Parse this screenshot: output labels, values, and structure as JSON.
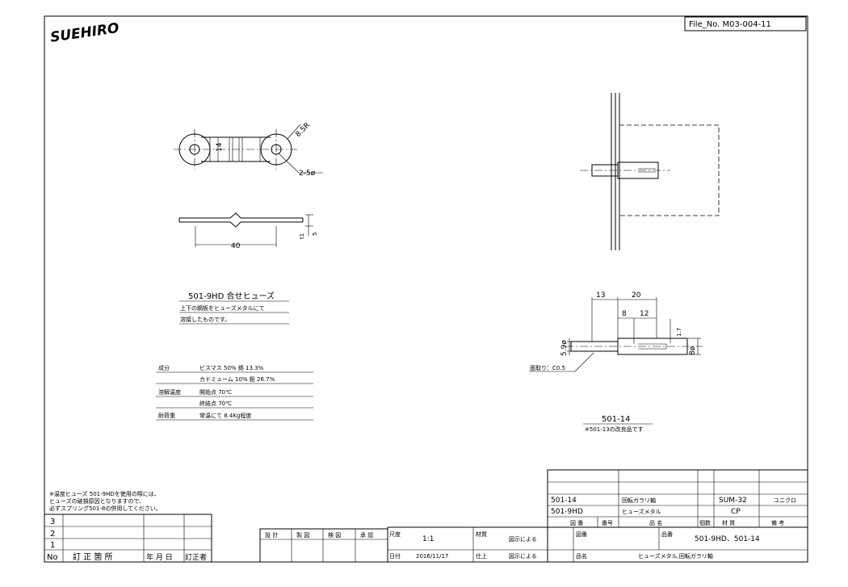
{
  "logo": {
    "text": "SUEHIRO"
  },
  "file_no": "File_No.  M03-004-11",
  "part_a": {
    "dims": {
      "r": "8.5R",
      "holes": "2-5ø",
      "width": "14",
      "length": "40",
      "t1": "t1",
      "h5": "5"
    },
    "title": "501-9HD  合せヒューズ",
    "desc": [
      "上下の鋼板をヒューズメタルにて",
      "溶接したものです。"
    ]
  },
  "composition": {
    "rows": [
      {
        "label": "成分",
        "value": "ビスマス  50%  錫  13.3%"
      },
      {
        "label": "",
        "value": "カドミューム  10%  鉛  26.7%"
      },
      {
        "label": "溶解温度",
        "value": "開始点  70℃"
      },
      {
        "label": "",
        "value": "終結点  70℃"
      },
      {
        "label": "耐荷重",
        "value": "常温にて  8.4Kg程度"
      }
    ]
  },
  "part_b": {
    "dims": {
      "d13": "13",
      "d20": "20",
      "d8": "8",
      "d12": "12",
      "d17": "1.7",
      "d59": "5.9ø",
      "d8o": "8ø",
      "chamfer": "面取り：C0.5"
    },
    "title": "501-14",
    "note": "※501-13の改良品です"
  },
  "usage_note": [
    "※温度ヒューズ 501-9HDを使用の際には、",
    "  ヒューズの破損原因となりますので、",
    "  必ずスプリング501-8の併用してください。"
  ],
  "revision": {
    "rows": [
      "3",
      "2",
      "1"
    ],
    "headers": [
      "No",
      "訂 正 箇 所",
      "年 月 日",
      "訂正者"
    ]
  },
  "approval": {
    "headers": [
      "設 計",
      "製 図",
      "検 図",
      "承 認"
    ]
  },
  "title_block": {
    "parts": [
      {
        "name": "501-14",
        "desc": "回転ガラリ軸",
        "material": "SUM-32",
        "note": "ユニクロ"
      },
      {
        "name": "501-9HD",
        "desc": "ヒューズメタル",
        "material": "CP",
        "note": ""
      }
    ],
    "header_row": [
      "図  番",
      "番号",
      "品  名",
      "個数",
      "材  質",
      "備  考"
    ],
    "scale_label": "尺度",
    "scale": "1:1",
    "material_label": "材質",
    "material_value": "図示による",
    "drawing_no_label": "図番",
    "product_label": "品番",
    "product_value": "501-9HD、501-14",
    "date_label": "日付",
    "date": "2016/11/17",
    "finish_label": "仕上",
    "finish_value": "図示による",
    "name_label": "品名",
    "name_value": "ヒューズメタル,回転ガラリ軸"
  }
}
